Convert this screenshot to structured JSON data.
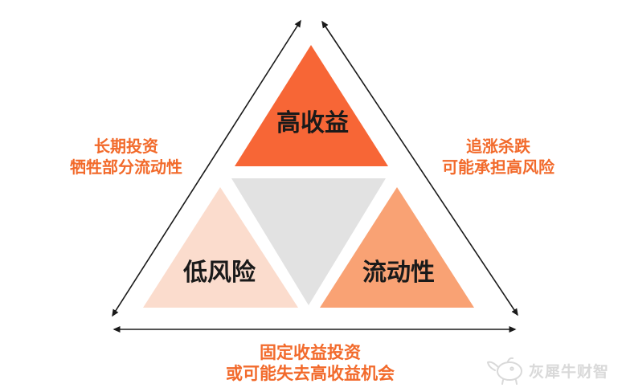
{
  "diagram": {
    "title_hint": "investment-tradeoff-triangle",
    "triangles": {
      "top": {
        "label": "高收益",
        "color": "#F76636"
      },
      "left": {
        "label": "低风险",
        "color": "#FBDCCD"
      },
      "right": {
        "label": "流动性",
        "color": "#F9A274"
      },
      "center": {
        "color": "#E2E2E2"
      }
    },
    "annotations": {
      "left": {
        "line1": "长期投资",
        "line2": "牺牲部分流动性"
      },
      "right": {
        "line1": "追涨杀跌",
        "line2": "可能承担高风险"
      },
      "bottom": {
        "line1": "固定收益投资",
        "line2": "或可能失去高收益机会"
      }
    },
    "colors": {
      "annotation_text": "#F26A2B",
      "label_text": "#1a1a1a",
      "arrow": "#1a1a1a",
      "background": "#ffffff"
    }
  },
  "watermark": {
    "text": "灰犀牛财智",
    "color": "#D9D9D9"
  }
}
